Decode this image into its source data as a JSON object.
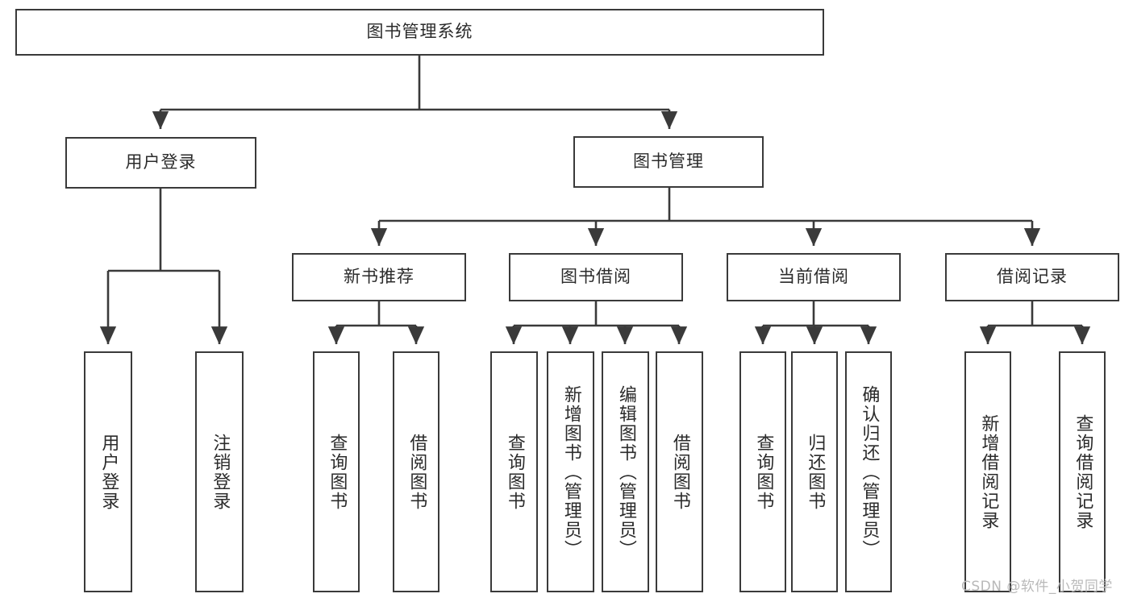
{
  "diagram": {
    "type": "tree",
    "title": "图书管理系统",
    "style": {
      "box_border_color": "#3a3a3a",
      "box_fill": "#ffffff",
      "edge_color": "#3a3a3a",
      "text_color": "#2b2b2b",
      "background": "#ffffff"
    },
    "root": {
      "label": "图书管理系统"
    },
    "level2": [
      {
        "label": "用户登录"
      },
      {
        "label": "图书管理"
      }
    ],
    "level3": [
      {
        "label": "新书推荐"
      },
      {
        "label": "图书借阅"
      },
      {
        "label": "当前借阅"
      },
      {
        "label": "借阅记录"
      }
    ],
    "leaves": {
      "user_login": [
        {
          "label": "用户登录"
        },
        {
          "label": "注销登录"
        }
      ],
      "new_book_recommend": [
        {
          "label": "查询图书"
        },
        {
          "label": "借阅图书"
        }
      ],
      "book_borrow": [
        {
          "label": "查询图书"
        },
        {
          "label": "新增图书（管理员）"
        },
        {
          "label": "编辑图书（管理员）"
        },
        {
          "label": "借阅图书"
        }
      ],
      "current_borrow": [
        {
          "label": "查询图书"
        },
        {
          "label": "归还图书"
        },
        {
          "label": "确认归还（管理员）"
        }
      ],
      "borrow_record": [
        {
          "label": "新增借阅记录"
        },
        {
          "label": "查询借阅记录"
        }
      ]
    }
  },
  "watermark": {
    "text": "CSDN @软件_小贺同学"
  }
}
